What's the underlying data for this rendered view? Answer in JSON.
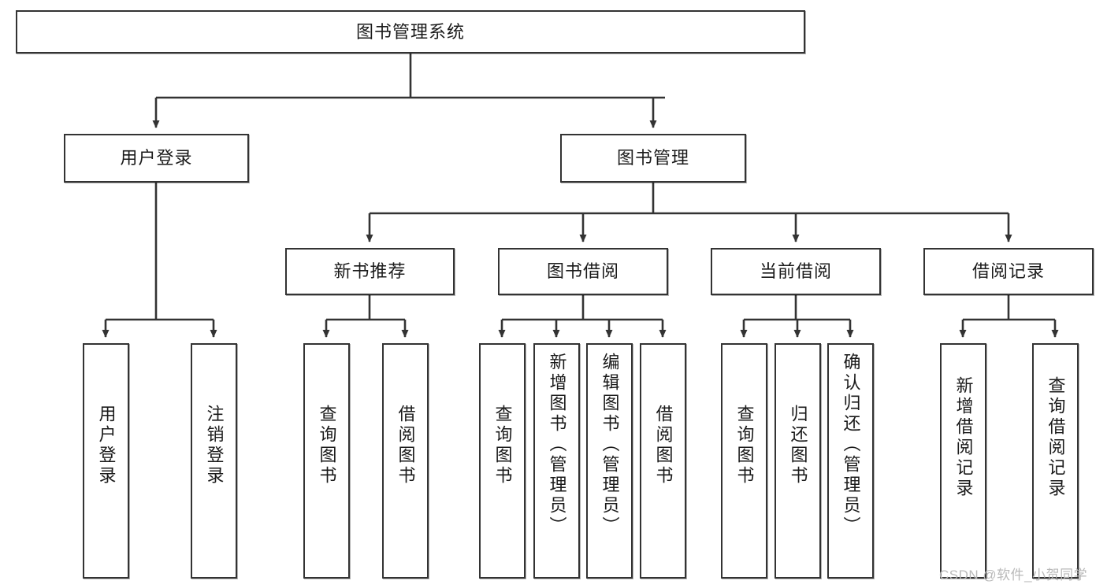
{
  "diagram": {
    "type": "tree-hierarchy-chart",
    "title": "图书管理系统",
    "nodes": [
      {
        "id": "root",
        "label": "图书管理系统",
        "level": 0,
        "orientation": "horizontal"
      },
      {
        "id": "user-login",
        "label": "用户登录",
        "level": 1,
        "orientation": "horizontal"
      },
      {
        "id": "book-manage",
        "label": "图书管理",
        "level": 1,
        "orientation": "horizontal"
      },
      {
        "id": "new-book-rec",
        "label": "新书推荐",
        "level": 2,
        "orientation": "horizontal"
      },
      {
        "id": "book-borrow",
        "label": "图书借阅",
        "level": 2,
        "orientation": "horizontal"
      },
      {
        "id": "current-borrow",
        "label": "当前借阅",
        "level": 2,
        "orientation": "horizontal"
      },
      {
        "id": "borrow-record",
        "label": "借阅记录",
        "level": 2,
        "orientation": "horizontal"
      },
      {
        "id": "leaf-1",
        "label": "用户登录",
        "level": 3,
        "orientation": "vertical"
      },
      {
        "id": "leaf-2",
        "label": "注销登录",
        "level": 3,
        "orientation": "vertical"
      },
      {
        "id": "leaf-3",
        "label": "查询图书",
        "level": 3,
        "orientation": "vertical"
      },
      {
        "id": "leaf-4",
        "label": "借阅图书",
        "level": 3,
        "orientation": "vertical"
      },
      {
        "id": "leaf-5",
        "label": "查询图书",
        "level": 3,
        "orientation": "vertical"
      },
      {
        "id": "leaf-6",
        "label": "新增图书（管理员）",
        "level": 3,
        "orientation": "vertical"
      },
      {
        "id": "leaf-7",
        "label": "编辑图书（管理员）",
        "level": 3,
        "orientation": "vertical"
      },
      {
        "id": "leaf-8",
        "label": "借阅图书",
        "level": 3,
        "orientation": "vertical"
      },
      {
        "id": "leaf-9",
        "label": "查询图书",
        "level": 3,
        "orientation": "vertical"
      },
      {
        "id": "leaf-10",
        "label": "归还图书",
        "level": 3,
        "orientation": "vertical"
      },
      {
        "id": "leaf-11",
        "label": "确认归还（管理员）",
        "level": 3,
        "orientation": "vertical"
      },
      {
        "id": "leaf-12",
        "label": "新增借阅记录",
        "level": 3,
        "orientation": "vertical"
      },
      {
        "id": "leaf-13",
        "label": "查询借阅记录",
        "level": 3,
        "orientation": "vertical"
      }
    ],
    "edges": [
      {
        "from": "root",
        "to": "user-login"
      },
      {
        "from": "root",
        "to": "book-manage"
      },
      {
        "from": "user-login",
        "to": "leaf-1"
      },
      {
        "from": "user-login",
        "to": "leaf-2"
      },
      {
        "from": "book-manage",
        "to": "new-book-rec"
      },
      {
        "from": "book-manage",
        "to": "book-borrow"
      },
      {
        "from": "book-manage",
        "to": "current-borrow"
      },
      {
        "from": "book-manage",
        "to": "borrow-record"
      },
      {
        "from": "new-book-rec",
        "to": "leaf-3"
      },
      {
        "from": "new-book-rec",
        "to": "leaf-4"
      },
      {
        "from": "book-borrow",
        "to": "leaf-5"
      },
      {
        "from": "book-borrow",
        "to": "leaf-6"
      },
      {
        "from": "book-borrow",
        "to": "leaf-7"
      },
      {
        "from": "book-borrow",
        "to": "leaf-8"
      },
      {
        "from": "current-borrow",
        "to": "leaf-9"
      },
      {
        "from": "current-borrow",
        "to": "leaf-10"
      },
      {
        "from": "current-borrow",
        "to": "leaf-11"
      },
      {
        "from": "borrow-record",
        "to": "leaf-12"
      },
      {
        "from": "borrow-record",
        "to": "leaf-13"
      }
    ],
    "colors": {
      "border": "#333333",
      "background": "#ffffff",
      "text": "#1a1a1a",
      "edge": "#333333",
      "watermark": "#b9b9b9"
    }
  },
  "watermark": {
    "text": "CSDN @软件_小贺同学"
  }
}
